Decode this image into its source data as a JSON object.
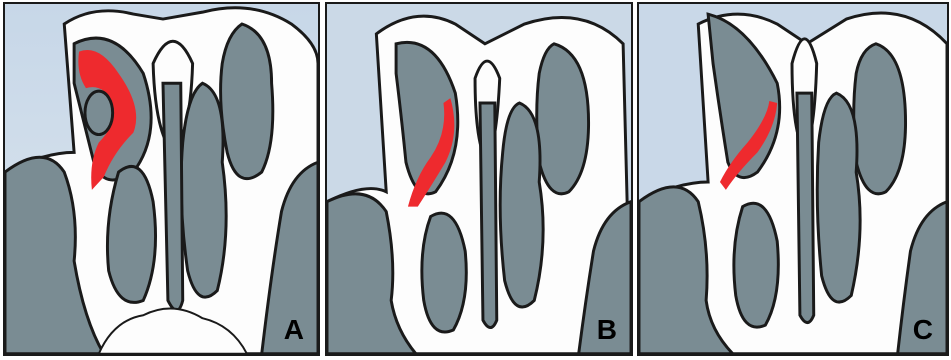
{
  "panels": [
    {
      "id": "A",
      "label": "A",
      "highlight": "frontal-recess-wide"
    },
    {
      "id": "B",
      "label": "B",
      "highlight": "mid-strip"
    },
    {
      "id": "C",
      "label": "C",
      "highlight": "lower-strip"
    }
  ],
  "colors": {
    "sky": "#c9d8e8",
    "sinus_fill": "#7a8c93",
    "bone_white": "#fdfdfd",
    "outline": "#1a1a1a",
    "highlight": "#ee2a2e"
  }
}
